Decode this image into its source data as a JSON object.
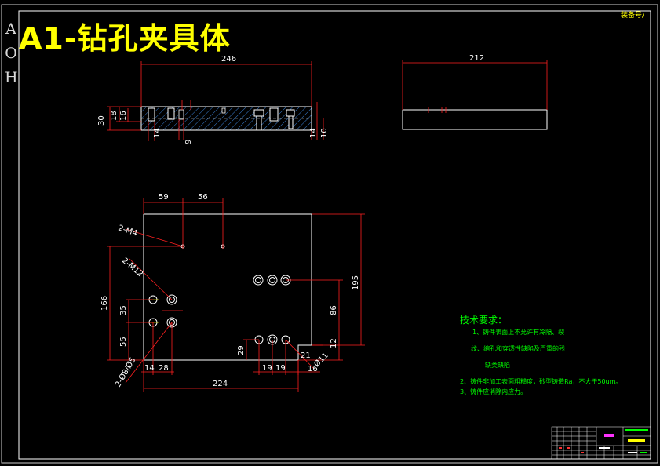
{
  "title": "A1-钻孔夹具体",
  "side_letters": [
    "A",
    "O",
    "H"
  ],
  "corner_code": "装备号/",
  "tech_requirements": {
    "heading": "技术要求：",
    "lines": [
      "1、铸件表面上不允许有冷隔、裂",
      "纹、缩孔和穿透性缺陷及严重的残",
      "缺类缺陷",
      "2、铸件非加工表面粗糙度，砂型铸造Ra，不大于50um。",
      "3、铸件应消除内应力。"
    ]
  },
  "dimensions": {
    "top_width": "246",
    "side_width": "212",
    "left_30": "30",
    "left_18": "18",
    "left_16": "16",
    "bot_14": "14",
    "bot_9": "9",
    "bot_14b": "14",
    "bot_10": "10",
    "plan_59": "59",
    "plan_56": "56",
    "note_m4": "2-M4",
    "note_m12": "2-M12",
    "plan_166": "166",
    "plan_35": "35",
    "plan_55": "55",
    "plan_195": "195",
    "plan_86": "86",
    "plan_29": "29",
    "plan_12": "12",
    "plan_21": "21",
    "plan_14": "14",
    "plan_28": "28",
    "plan_19a": "19",
    "plan_19b": "19",
    "plan_16": "16",
    "plan_224": "224",
    "note_d11": "Ø11",
    "note_d8": "2-Ø8/Ø5"
  }
}
